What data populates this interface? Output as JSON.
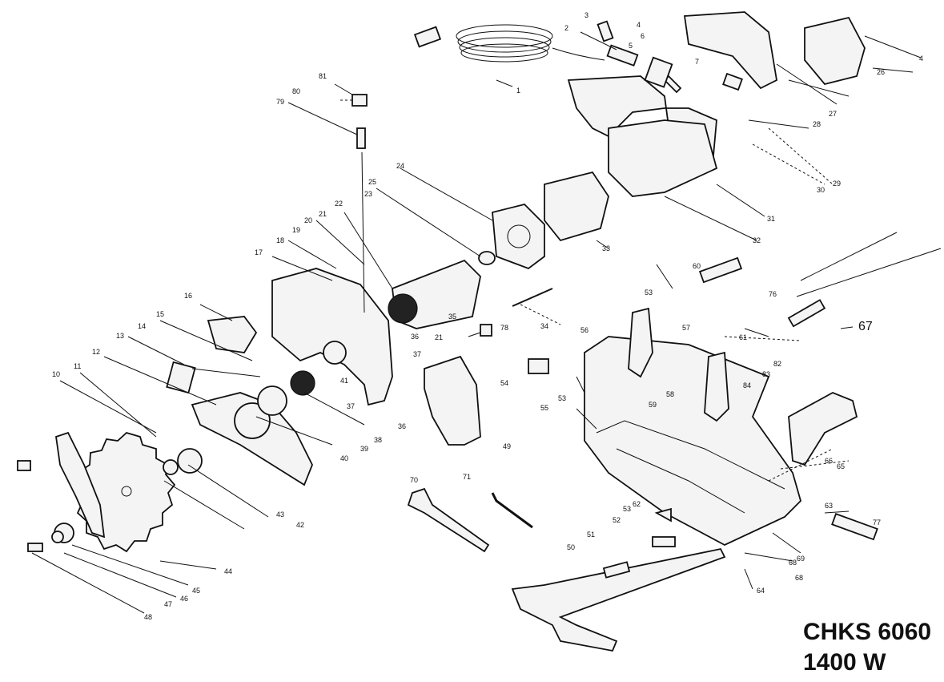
{
  "model": {
    "code": "CHKS 6060",
    "power": "1400 W"
  },
  "part_numbers": [
    "1",
    "2",
    "3",
    "4",
    "5",
    "6",
    "7",
    "10",
    "11",
    "12",
    "13",
    "14",
    "15",
    "16",
    "17",
    "18",
    "19",
    "20",
    "21",
    "22",
    "23",
    "24",
    "25",
    "26",
    "27",
    "28",
    "29",
    "30",
    "31",
    "32",
    "33",
    "34",
    "35",
    "36",
    "37",
    "38",
    "39",
    "40",
    "41",
    "42",
    "43",
    "44",
    "45",
    "46",
    "47",
    "48",
    "49",
    "50",
    "51",
    "52",
    "53",
    "54",
    "55",
    "56",
    "57",
    "58",
    "59",
    "60",
    "61",
    "62",
    "63",
    "64",
    "65",
    "66",
    "67",
    "68",
    "69",
    "70",
    "71",
    "76",
    "77",
    "78",
    "79",
    "80",
    "81",
    "82",
    "83",
    "84"
  ]
}
